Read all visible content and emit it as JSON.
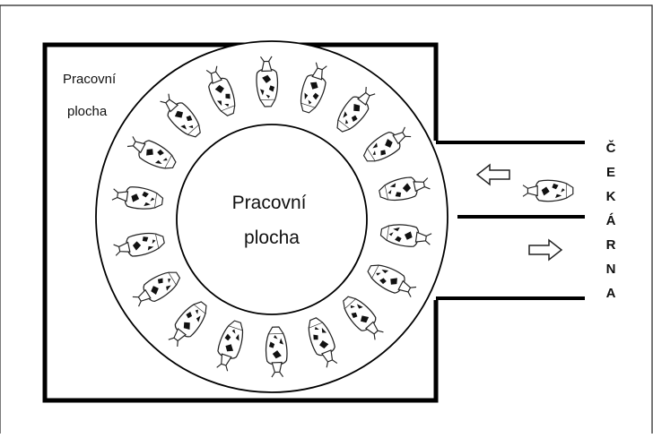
{
  "diagram": {
    "outer_area_label": [
      "Pracovní",
      "plocha"
    ],
    "inner_area_label": [
      "Pracovní",
      "plocha"
    ],
    "waiting_room_letters": [
      "Č",
      "E",
      "K",
      "Á",
      "R",
      "N",
      "A"
    ],
    "cow_count": 18,
    "arrow_directions": [
      "in",
      "out"
    ]
  }
}
